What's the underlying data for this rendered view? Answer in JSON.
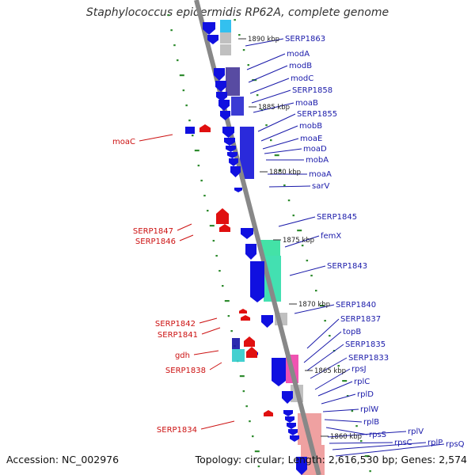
{
  "title": "Staphylococcus epidermidis RP62A, complete genome",
  "accession": "Accession: NC_002976",
  "summary": "Topology: circular; Length: 2,616,530 bp; Genes: 2,574",
  "scale_labels": [
    "1890 kbp",
    "1885 kbp",
    "1880 kbp",
    "1875 kbp",
    "1870 kbp",
    "1865 kbp",
    "1860 kbp"
  ],
  "right_genes": [
    "SERP1863",
    "modA",
    "modB",
    "modC",
    "SERP1858",
    "moaB",
    "SERP1855",
    "mobB",
    "moaE",
    "moaD",
    "mobA",
    "moaA",
    "sarV",
    "SERP1845",
    "femX",
    "SERP1843",
    "SERP1840",
    "SERP1837",
    "topB",
    "SERP1835",
    "SERP1833",
    "rpsJ",
    "rplC",
    "rplD",
    "rplW",
    "rplB",
    "rpsS",
    "rplV",
    "rpsC",
    "rplP",
    "rpsQ"
  ],
  "left_genes": [
    "moaC",
    "SERP1847",
    "SERP1846",
    "SERP1842",
    "SERP1841",
    "gdh",
    "SERP1838",
    "SERP1834"
  ],
  "colors": {
    "forward_gene": "#1010e0",
    "reverse_gene": "#e01010",
    "right_label": "#1a1aaa",
    "left_label": "#cc1111",
    "backbone": "#888888",
    "tick": "#2e8b2e"
  }
}
